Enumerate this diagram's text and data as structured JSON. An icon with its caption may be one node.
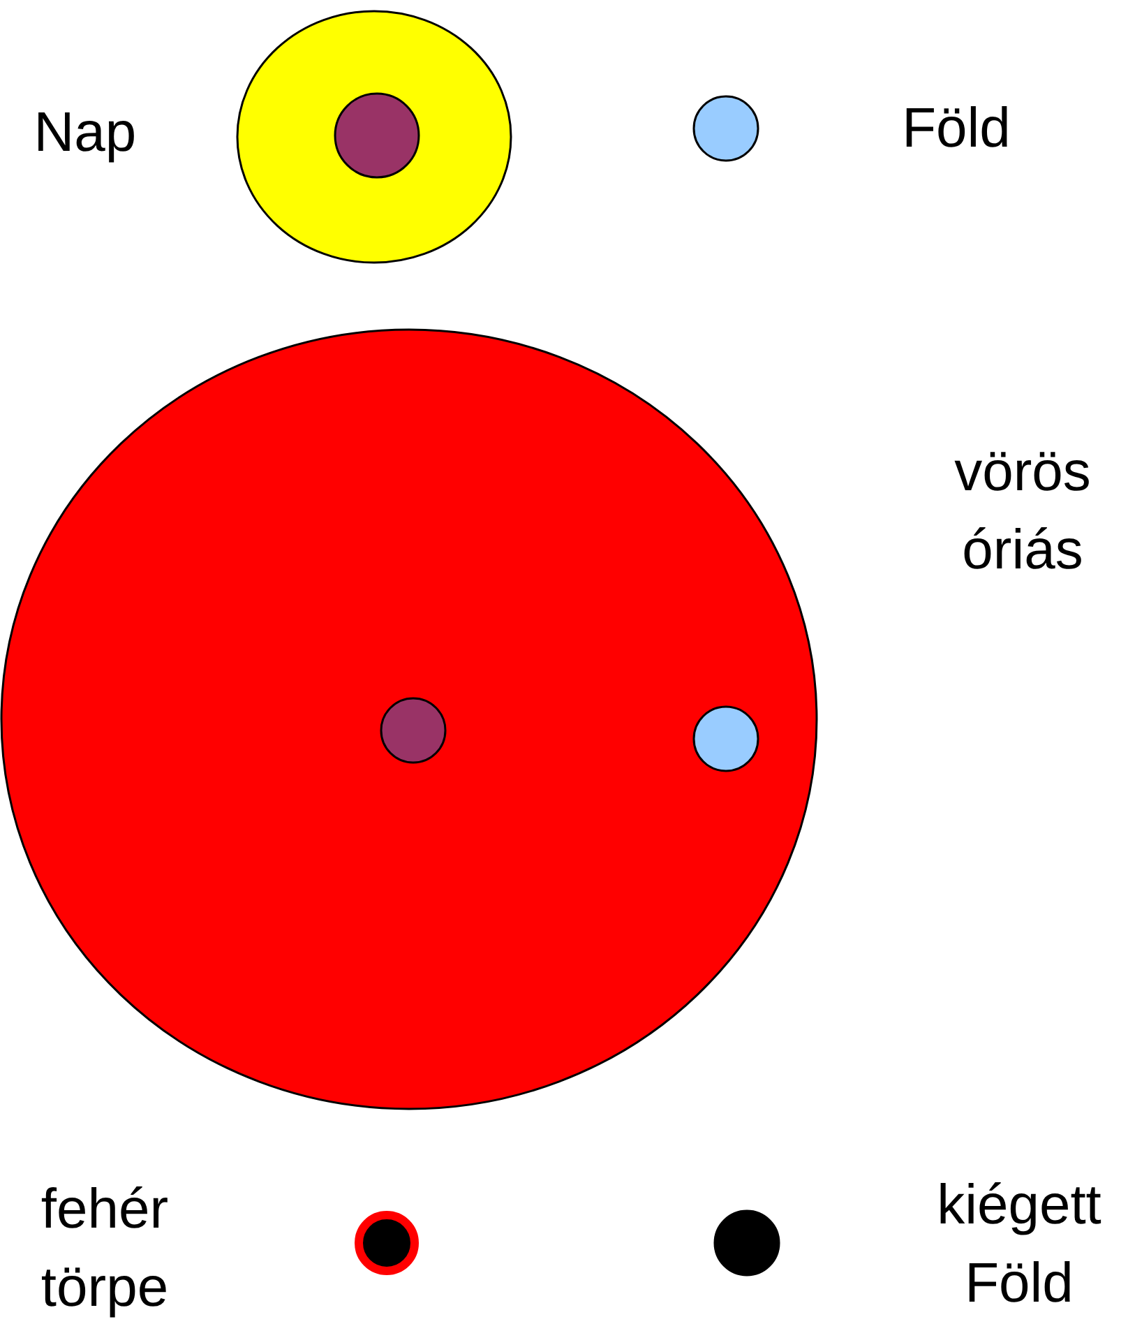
{
  "diagram": {
    "nodes": [
      {
        "text": [],
        "shape": "circle",
        "beside": [
          "Nap"
        ]
      },
      {
        "text": [],
        "shape": "circle",
        "in": 0
      },
      {
        "text": [],
        "shape": "circle",
        "beside": [
          "Föld"
        ]
      },
      {
        "text": [],
        "shape": "circle",
        "beside": [
          "vörös óriás"
        ]
      },
      {
        "text": [],
        "shape": "circle",
        "in": 3
      },
      {
        "text": [],
        "shape": "circle",
        "in": 3
      },
      {
        "text": [],
        "shape": "circle",
        "beside": [
          "fehér törpe"
        ]
      },
      {
        "text": [],
        "shape": "circle",
        "beside": [
          "kiégett Föld"
        ]
      }
    ],
    "edges": []
  }
}
